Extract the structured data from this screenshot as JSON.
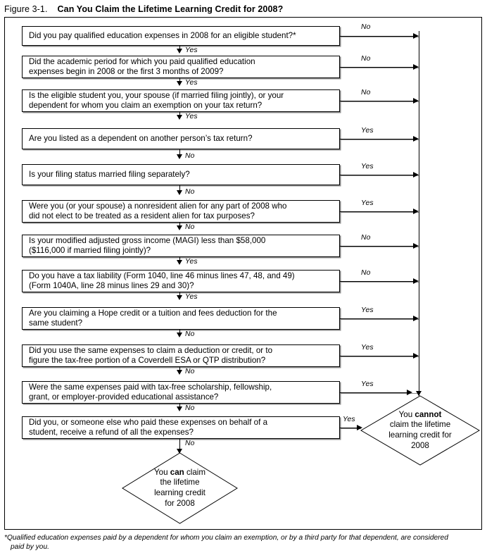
{
  "title": {
    "figure_number": "Figure 3-1.",
    "heading": "Can You Claim the Lifetime Learning Credit for 2008?"
  },
  "flowchart": {
    "type": "decision-flowchart",
    "boxes": [
      {
        "id": "q1",
        "lines": [
          "Did you pay qualified education expenses in 2008 for an eligible student?*"
        ],
        "yes_target": "next-question",
        "no_target": "cannot-claim",
        "side_label": "No",
        "down_label": "Yes"
      },
      {
        "id": "q2",
        "lines": [
          "Did the academic period for which you paid qualified education",
          "expenses begin in 2008 or the first 3 months of 2009?"
        ],
        "side_label": "No",
        "down_label": "Yes"
      },
      {
        "id": "q3",
        "lines": [
          "Is the eligible student you, your spouse (if married filing jointly), or your",
          "dependent for whom you claim an exemption on your tax return?"
        ],
        "side_label": "No",
        "down_label": "Yes"
      },
      {
        "id": "q4",
        "lines": [
          "Are you listed as a dependent on another person’s tax return?"
        ],
        "side_label": "Yes",
        "down_label": "No"
      },
      {
        "id": "q5",
        "lines": [
          "Is your filing status married filing separately?"
        ],
        "side_label": "Yes",
        "down_label": "No"
      },
      {
        "id": "q6",
        "lines": [
          "Were you (or your spouse) a nonresident alien for any part of 2008 who",
          "did not elect to be treated as a resident alien for tax purposes?"
        ],
        "side_label": "Yes",
        "down_label": "No"
      },
      {
        "id": "q7",
        "lines": [
          "Is your modified adjusted gross income (MAGI) less than $58,000",
          "($116,000 if married filing jointly)?"
        ],
        "side_label": "No",
        "down_label": "Yes"
      },
      {
        "id": "q8",
        "lines": [
          "Do you have a tax liability (Form 1040, line 46 minus lines 47, 48, and 49)",
          "(Form 1040A, line 28 minus lines 29 and 30)?"
        ],
        "side_label": "No",
        "down_label": "Yes"
      },
      {
        "id": "q9",
        "lines": [
          "Are you claiming a Hope credit or a tuition and fees deduction for the",
          "same student?"
        ],
        "side_label": "Yes",
        "down_label": "No"
      },
      {
        "id": "q10",
        "lines": [
          "Did you use the same expenses to claim a deduction or credit, or to",
          "figure the tax-free portion of a Coverdell ESA or QTP distribution?"
        ],
        "side_label": "Yes",
        "down_label": "No"
      },
      {
        "id": "q11",
        "lines": [
          "Were the same expenses paid with tax-free scholarship, fellowship,",
          "grant, or employer-provided educational assistance?"
        ],
        "side_label": "Yes",
        "down_label": "No"
      },
      {
        "id": "q12",
        "lines": [
          "Did you, or someone else who paid these expenses on behalf of a",
          "student, receive a refund of all the expenses?"
        ],
        "side_label": "Yes",
        "down_label": "No"
      }
    ],
    "terminals": [
      {
        "id": "cannot-claim",
        "shape": "diamond",
        "lines": [
          "You ",
          "cannot",
          " claim the lifetime learning credit for 2008"
        ],
        "text_lines": [
          "You cannot",
          "claim the lifetime",
          "learning credit for",
          "2008"
        ],
        "emphasis": "cannot"
      },
      {
        "id": "can-claim",
        "shape": "diamond",
        "text_lines": [
          "You can claim",
          "the lifetime",
          "learning credit",
          "for 2008"
        ],
        "emphasis": "can"
      }
    ]
  },
  "footnote": {
    "line1": "*Qualified education expenses paid by a dependent for whom you claim an exemption, or by a third party for that dependent, are considered",
    "line2": "paid by you."
  },
  "colors": {
    "ink": "#000000",
    "shadow": "#8c8c8c",
    "background": "#ffffff"
  }
}
